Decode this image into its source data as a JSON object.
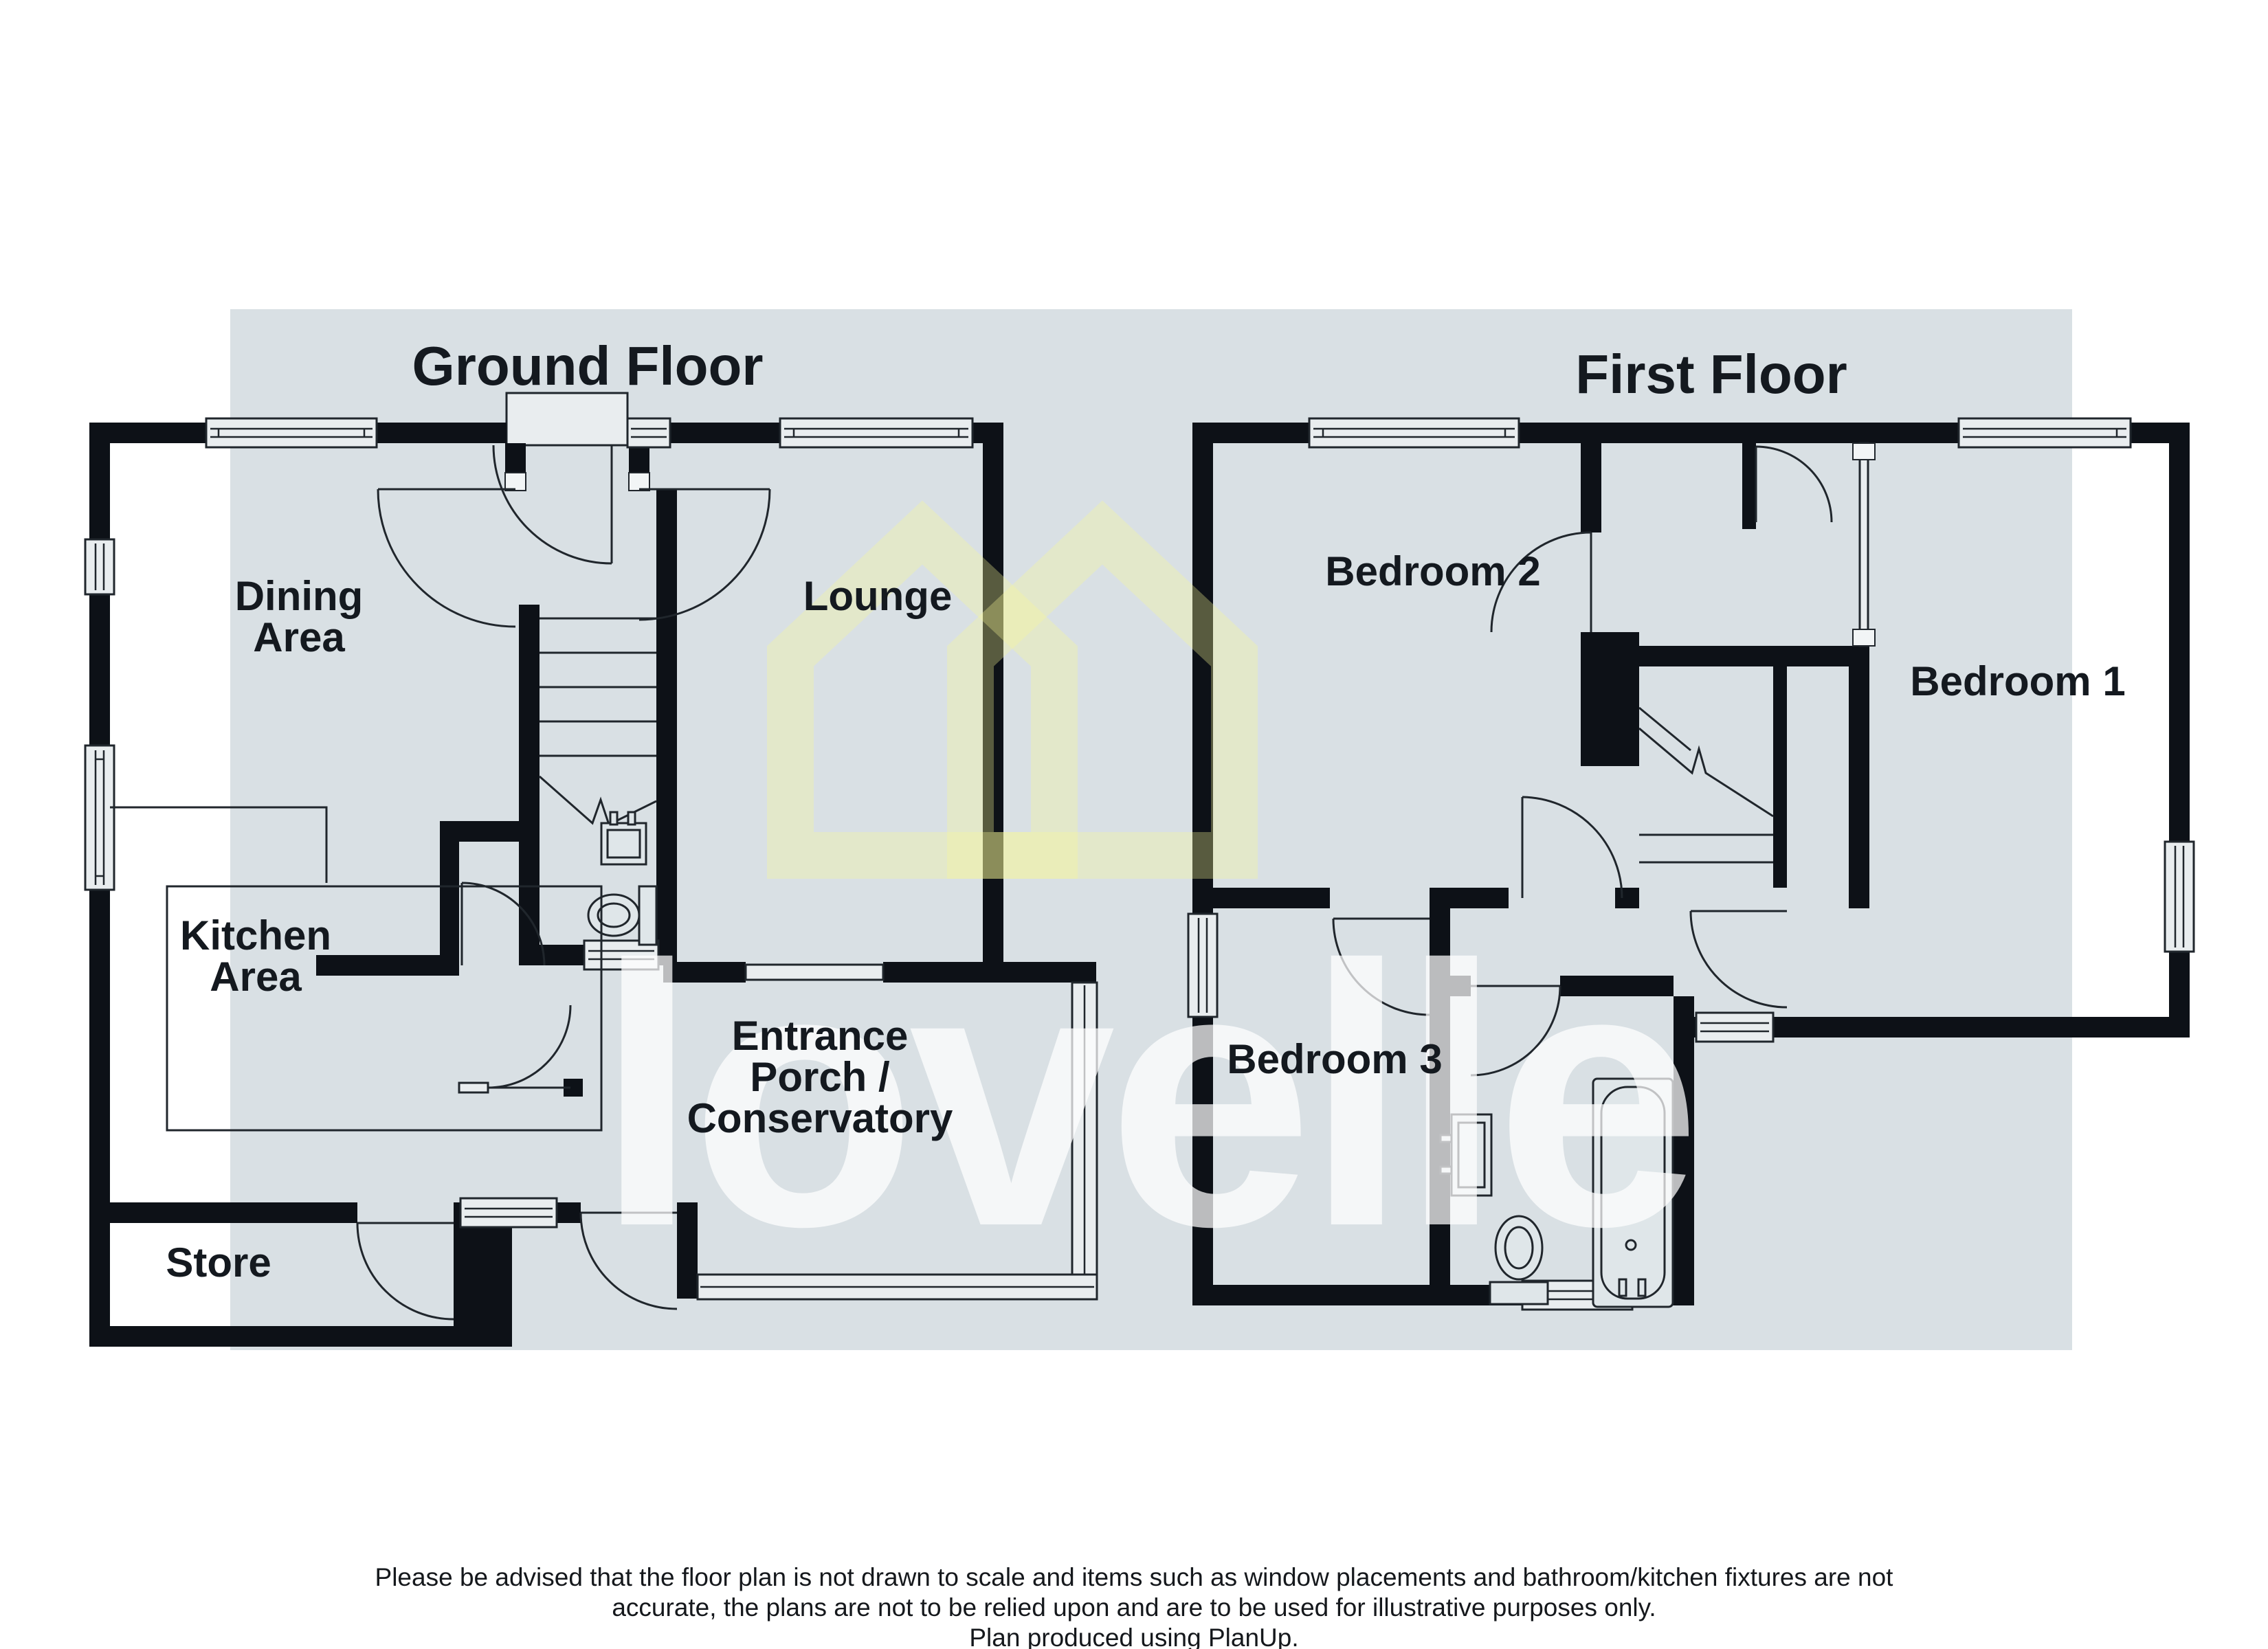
{
  "page": {
    "background": "#ffffff",
    "panel_color": "#d9e0e4",
    "wall_color": "#0d1117",
    "line_color": "#20262c",
    "accent_yellow": "#fafa96",
    "watermark_text_color": "#ffffff"
  },
  "ground_floor": {
    "title": "Ground Floor",
    "rooms": {
      "dining": {
        "lines": [
          "Dining",
          "Area"
        ]
      },
      "lounge": {
        "lines": [
          "Lounge"
        ]
      },
      "kitchen": {
        "lines": [
          "Kitchen",
          "Area"
        ]
      },
      "porch": {
        "lines": [
          "Entrance",
          "Porch /",
          "Conservatory"
        ]
      },
      "store": {
        "lines": [
          "Store"
        ]
      }
    }
  },
  "first_floor": {
    "title": "First Floor",
    "rooms": {
      "bedroom2": {
        "lines": [
          "Bedroom 2"
        ]
      },
      "bedroom1": {
        "lines": [
          "Bedroom 1"
        ]
      },
      "bedroom3": {
        "lines": [
          "Bedroom 3"
        ]
      }
    }
  },
  "watermark": {
    "text": "lovelle",
    "logo_icon": "house-gables-logo"
  },
  "icons": {
    "toilet": "toilet-icon",
    "sink": "sink-icon",
    "bath": "bathtub-icon",
    "stairs": "staircase",
    "logo": "house-gables-logo"
  },
  "footer": {
    "lines": [
      "Please be advised that the floor plan is not drawn to scale and items such as window placements and bathroom/kitchen fixtures are not",
      "accurate, the plans are not to be relied upon and are to be used for illustrative purposes only.",
      "Plan produced using PlanUp."
    ]
  }
}
